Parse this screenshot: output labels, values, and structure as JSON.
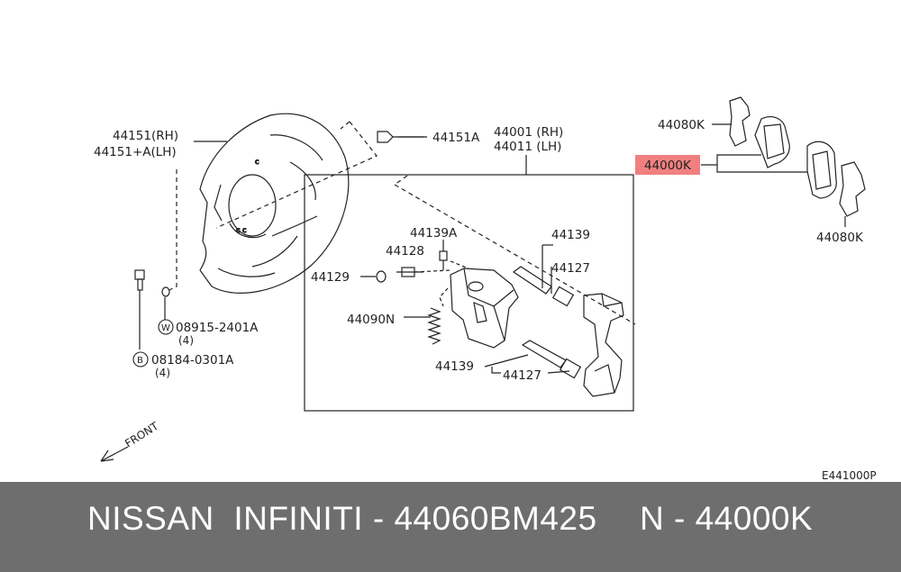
{
  "labels": {
    "p44151": "44151(RH)",
    "p44151a_lh": "44151+A(LH)",
    "p44151A": "44151A",
    "p44001": "44001 (RH)",
    "p44011": "44011 (LH)",
    "p44080k_top": "44080K",
    "p44000k": "44000K",
    "p44080k_bottom": "44080K",
    "p44139a": "44139A",
    "p44128": "44128",
    "p44129": "44129",
    "p44090n": "44090N",
    "p44139_top": "44139",
    "p44127_top": "44127",
    "p44139_bottom": "44139",
    "p44127_bottom": "44127",
    "w_letter": "W",
    "w_part": "08915-2401A",
    "w_qty": "(4)",
    "b_letter": "B",
    "b_part": "08184-0301A",
    "b_qty": "(4)",
    "front": "FRONT",
    "figure_code": "E441000P"
  },
  "highlight_color": "#f08080",
  "footer": {
    "left": "NISSAN  INFINITI - 44060BM425",
    "right": "N - 44000K",
    "background": "#6e6e6e"
  }
}
